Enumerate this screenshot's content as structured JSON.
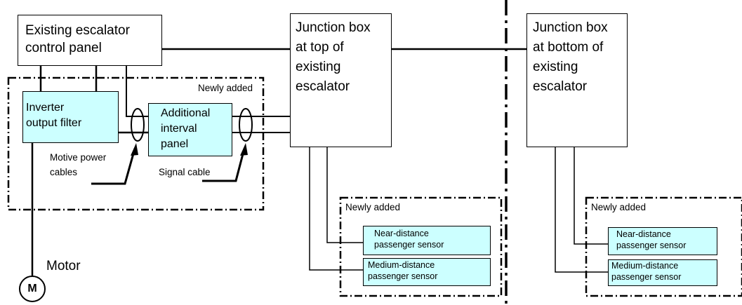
{
  "blocks": {
    "control_panel": [
      "Existing escalator",
      "control panel"
    ],
    "junction_top": [
      "Junction box",
      "at top of",
      "existing",
      "escalator"
    ],
    "junction_bottom": [
      "Junction box",
      "at bottom of",
      "existing",
      "escalator"
    ],
    "inverter_filter": [
      "Inverter",
      "output filter"
    ],
    "interval_panel": [
      "Additional",
      "interval",
      "panel"
    ]
  },
  "labels": {
    "newly_added": "Newly added",
    "motive_power_cables": [
      "Motive power",
      "cables"
    ],
    "signal_cable": "Signal cable",
    "motor": "Motor",
    "motor_symbol": "M"
  },
  "sensors": {
    "near": [
      "Near-distance",
      "passenger sensor"
    ],
    "medium": [
      "Medium-distance",
      "passenger sensor"
    ]
  },
  "colors": {
    "module_fill": "#ccffff",
    "line": "#000000"
  }
}
